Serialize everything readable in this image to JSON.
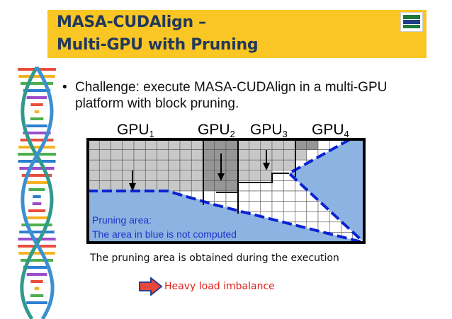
{
  "slide": {
    "title_line1": "MASA-CUDAlign –",
    "title_line2": "Multi-GPU with Pruning",
    "bullet_symbol": "•",
    "bullet_text": "Challenge: execute MASA-CUDAlign in a multi-GPU platform with block pruning."
  },
  "diagram": {
    "gpu_labels": [
      {
        "name": "GPU",
        "index": "1"
      },
      {
        "name": "GPU",
        "index": "2"
      },
      {
        "name": "GPU",
        "index": "3"
      },
      {
        "name": "GPU",
        "index": "4"
      }
    ],
    "pruning_line1": "Pruning area:",
    "pruning_line2": "The area in blue is not computed"
  },
  "caption": "The pruning area is obtained during the execution",
  "imbalance_label": "Heavy load imbalance",
  "colors": {
    "title_bar": "#f9c623",
    "title_text": "#23395b",
    "pruned_area": "#8db3e2",
    "computed_cells": "#c8c8c8",
    "active_column": "#969696",
    "boundary_line": "#0a23d2",
    "pruning_text": "#1e32c8",
    "imbalance_text": "#e0201b",
    "arrow_fill": "#e8483a",
    "arrow_stroke": "#2a3f8f"
  }
}
